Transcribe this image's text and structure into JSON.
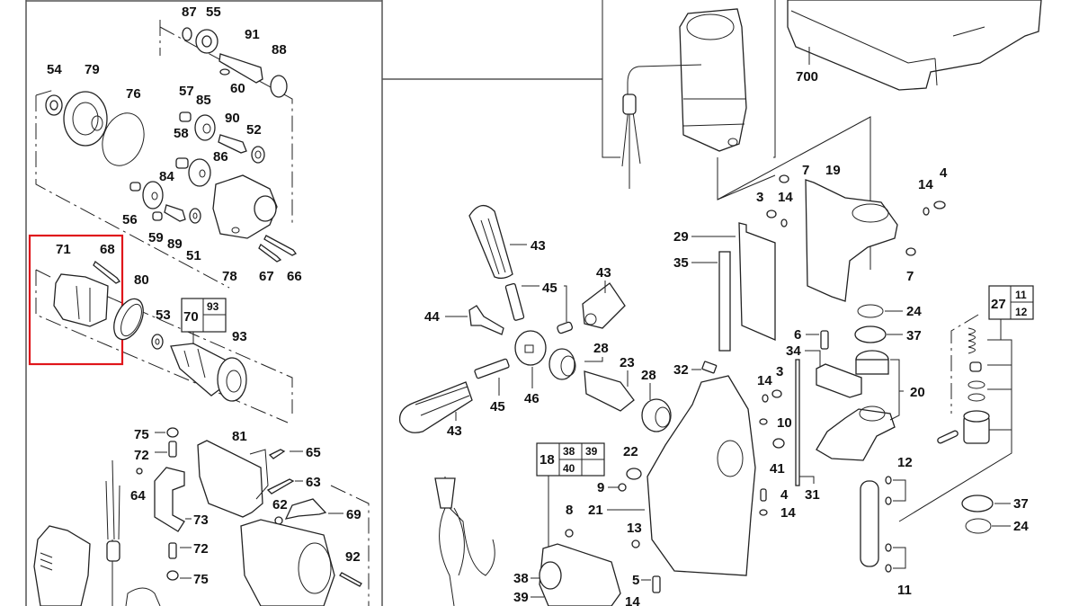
{
  "diagram": {
    "type": "exploded-parts-diagram",
    "subject": "magnetic core drill",
    "highlight_color": "#e0161b",
    "highlighted_group": [
      "71",
      "68"
    ],
    "labels": {
      "p87": "87",
      "p55": "55",
      "p91": "91",
      "p88": "88",
      "p60": "60",
      "p54": "54",
      "p79": "79",
      "p76": "76",
      "p57": "57",
      "p85": "85",
      "p90": "90",
      "p52": "52",
      "p58": "58",
      "p86": "86",
      "p84": "84",
      "p56": "56",
      "p59": "59",
      "p89": "89",
      "p51": "51",
      "p78": "78",
      "p67": "67",
      "p66": "66",
      "p71": "71",
      "p68": "68",
      "p80": "80",
      "p53": "53",
      "p70": "70",
      "p93a": "93",
      "p93b": "93",
      "p75a": "75",
      "p72a": "72",
      "p64": "64",
      "p73": "73",
      "p72b": "72",
      "p75b": "75",
      "p81": "81",
      "p65": "65",
      "p63": "63",
      "p62": "62",
      "p69": "69",
      "p92": "92",
      "p700": "700",
      "p43a": "43",
      "p45a": "45",
      "p43b": "43",
      "p44": "44",
      "p28a": "28",
      "p23": "23",
      "p28b": "28",
      "p46": "46",
      "p45b": "45",
      "p43c": "43",
      "p29": "29",
      "p35": "35",
      "p32": "32",
      "p7a": "7",
      "p19": "19",
      "p3a": "3",
      "p14a": "14",
      "p14b": "14",
      "p4a": "4",
      "p7b": "7",
      "p24a": "24",
      "p37a": "37",
      "p6": "6",
      "p34": "34",
      "p14c": "14",
      "p3b": "3",
      "p10": "10",
      "p41": "41",
      "p20": "20",
      "p4b": "4",
      "p14d": "14",
      "p31": "31",
      "p12": "12",
      "p11": "11",
      "p27": "27",
      "p27_11": "11",
      "p27_12": "12",
      "p37b": "37",
      "p24b": "24",
      "p18": "18",
      "p18_38": "38",
      "p18_39": "39",
      "p18_40": "40",
      "p22": "22",
      "p9": "9",
      "p21": "21",
      "p8": "8",
      "p13": "13",
      "p38": "38",
      "p39": "39",
      "p5": "5",
      "p14e": "14"
    }
  }
}
